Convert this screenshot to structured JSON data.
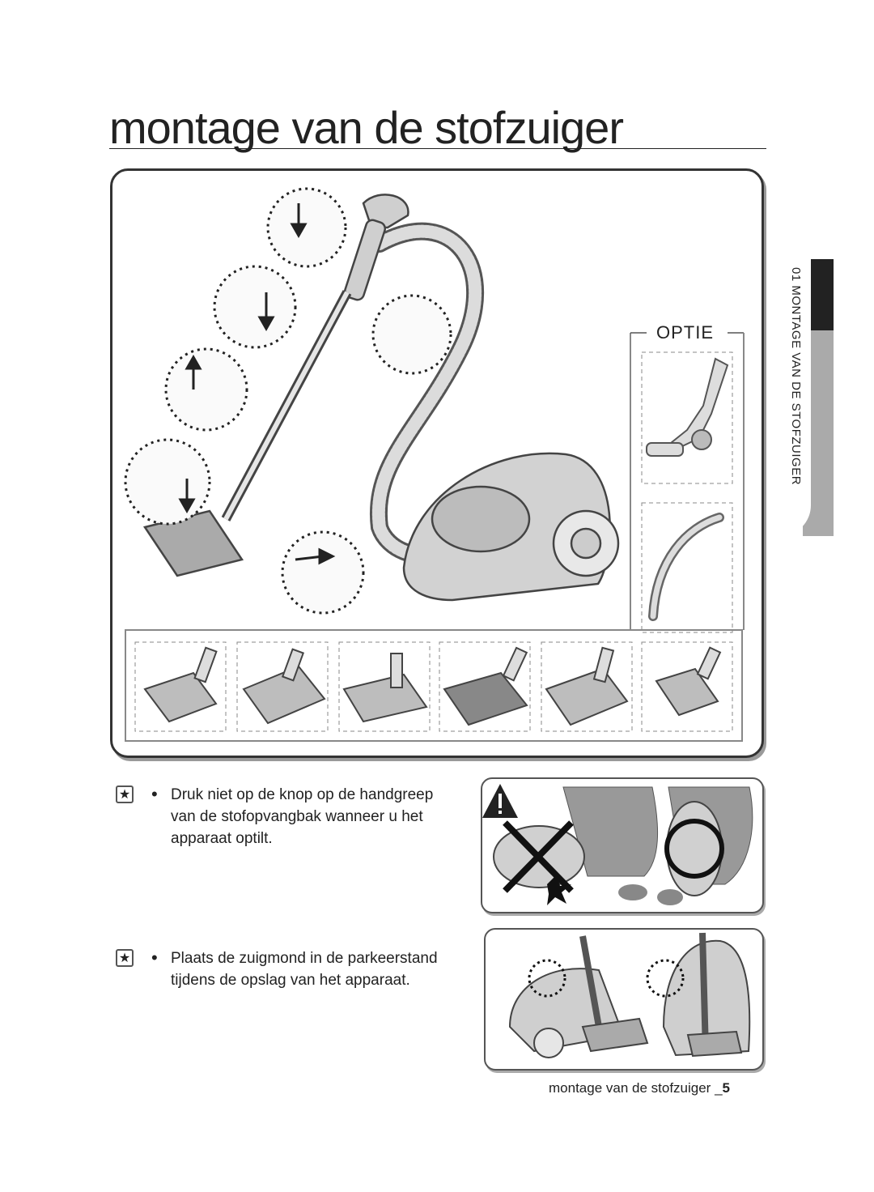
{
  "page": {
    "title": "montage van de stofzuiger",
    "side_tab": "01 MONTAGE VAN DE STOFZUIGER",
    "optie_label": "OPTIE",
    "notes": [
      {
        "icon": "star-icon",
        "text": "Druk niet op de knop op de handgreep van de stofopvangbak wanneer u het apparaat optilt."
      },
      {
        "icon": "star-icon",
        "text": "Plaats de zuigmond in de parkeerstand tijdens de opslag van het apparaat."
      }
    ],
    "footer": {
      "text": "montage van de stofzuiger _",
      "page_number": "5"
    }
  }
}
